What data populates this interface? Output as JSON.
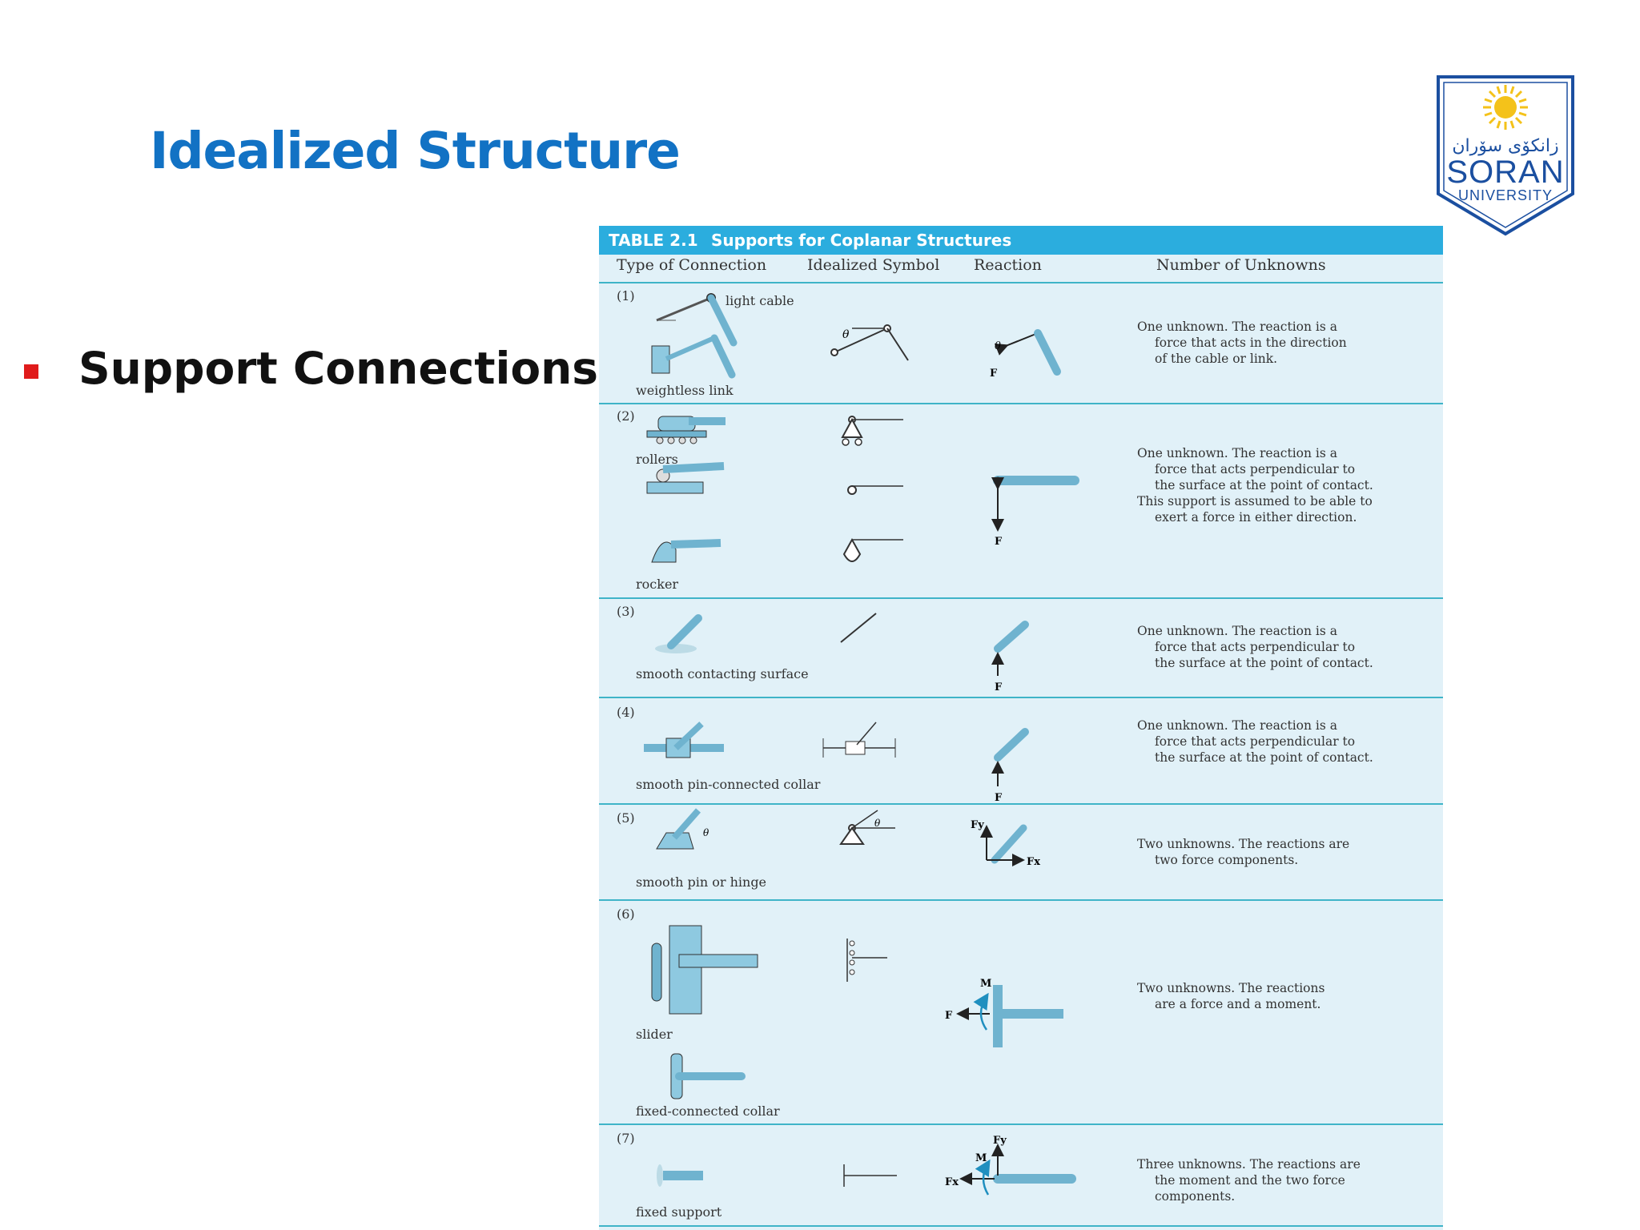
{
  "slide": {
    "title": "Idealized Structure",
    "bullet": "Support Connections"
  },
  "logo": {
    "kurdish": "زانکۆی سۆران",
    "name": "SORAN",
    "sub": "UNIVERSITY"
  },
  "table": {
    "number": "TABLE 2.1",
    "title": "Supports for Coplanar Structures",
    "headers": [
      "Type of Connection",
      "Idealized Symbol",
      "Reaction",
      "Number of Unknowns"
    ],
    "rows": [
      {
        "num": "(1)",
        "captions": [
          "light cable",
          "weightless link"
        ],
        "desc": [
          "One unknown. The reaction is a",
          "force that acts in the direction",
          "of the cable or link."
        ]
      },
      {
        "num": "(2)",
        "captions": [
          "rollers",
          "rocker"
        ],
        "desc": [
          "One unknown. The reaction is a",
          "force that acts perpendicular to",
          "the surface at the point of contact.",
          "This support is assumed to be able to",
          "exert a force in either direction."
        ]
      },
      {
        "num": "(3)",
        "captions": [
          "smooth contacting surface"
        ],
        "desc": [
          "One unknown. The reaction is a",
          "force that acts perpendicular to",
          "the surface at the point of contact."
        ]
      },
      {
        "num": "(4)",
        "captions": [
          "smooth pin-connected collar"
        ],
        "desc": [
          "One unknown. The reaction is a",
          "force that acts perpendicular to",
          "the surface at the point of contact."
        ]
      },
      {
        "num": "(5)",
        "captions": [
          "smooth pin or hinge"
        ],
        "desc": [
          "Two unknowns. The reactions are",
          "two force components."
        ]
      },
      {
        "num": "(6)",
        "captions": [
          "slider",
          "fixed-connected collar"
        ],
        "desc": [
          "Two unknowns. The reactions",
          "are a force and a moment."
        ]
      },
      {
        "num": "(7)",
        "captions": [
          "fixed support"
        ],
        "desc": [
          "Three unknowns. The reactions are",
          "the moment and the two force",
          "components."
        ]
      }
    ],
    "symbols": {
      "theta": "θ",
      "F": "F",
      "Fx": "Fx",
      "Fy": "Fy",
      "M": "M"
    }
  }
}
